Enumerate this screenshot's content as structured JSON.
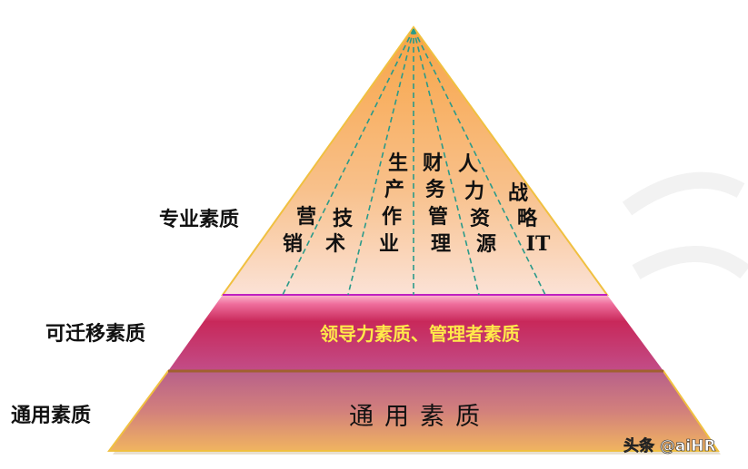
{
  "levels": {
    "professional": {
      "label": "专业素质",
      "columns": [
        {
          "chars": [
            "营",
            "销"
          ]
        },
        {
          "chars": [
            "技",
            "术"
          ]
        },
        {
          "chars": [
            "生",
            "产",
            "作",
            "业"
          ]
        },
        {
          "chars": [
            "财",
            "务",
            "管",
            "理"
          ]
        },
        {
          "chars": [
            "人",
            "力",
            "资",
            "源"
          ]
        },
        {
          "chars": [
            "战",
            "略",
            "IT"
          ]
        }
      ]
    },
    "transferable": {
      "label": "可迁移素质",
      "content": "领导力素质、管理者素质"
    },
    "general": {
      "label": "通用素质",
      "content": "通用素质"
    }
  },
  "watermark": "头条 @aiHR",
  "colors": {
    "top": "#f7b062",
    "middle": "#c62a5e",
    "bottom": "#f0b060",
    "dash": "#2a9a8a"
  }
}
